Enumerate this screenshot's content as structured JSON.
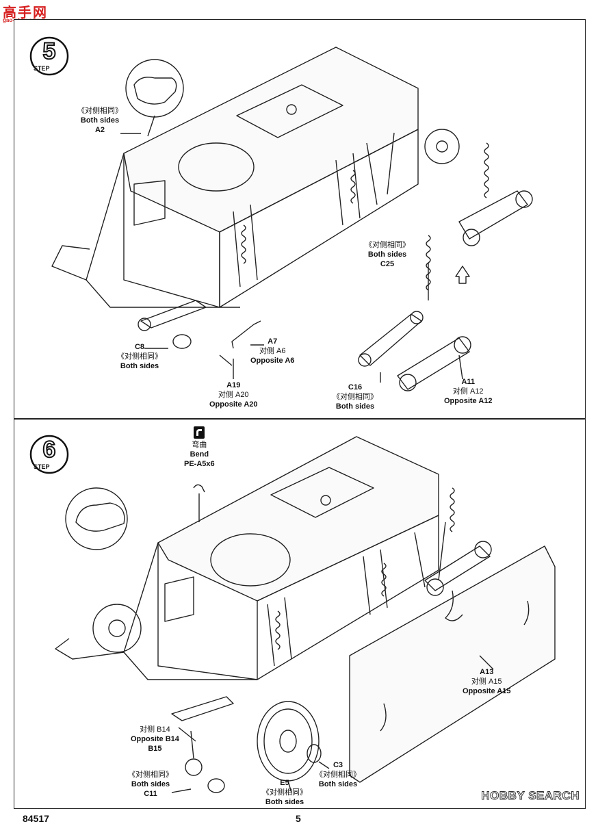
{
  "site_logo": {
    "text": "高手网",
    "subtext": "gao-shou.com"
  },
  "watermark": "HOBBY SEARCH",
  "footer": {
    "code": "84517",
    "page": "5"
  },
  "step5": {
    "number": "5",
    "step_word": "STEP",
    "labels": {
      "a2": {
        "cn": "《对侧相同》",
        "en": "Both sides",
        "part": "A2"
      },
      "c8": {
        "part": "C8",
        "cn": "《对侧相同》",
        "en": "Both sides"
      },
      "a7": {
        "part": "A7",
        "cn": "对侧  A6",
        "en": "Opposite A6"
      },
      "a19": {
        "part": "A19",
        "cn": "对侧  A20",
        "en": "Opposite A20"
      },
      "c25": {
        "cn": "《对侧相同》",
        "en": "Both sides",
        "part": "C25"
      },
      "c16": {
        "part": "C16",
        "cn": "《对侧相同》",
        "en": "Both sides"
      },
      "a11": {
        "part": "A11",
        "cn": "对侧  A12",
        "en": "Opposite A12"
      }
    }
  },
  "step6": {
    "number": "6",
    "step_word": "STEP",
    "labels": {
      "bend": {
        "cn": "弯曲",
        "en": "Bend",
        "part": "PE-A5x6"
      },
      "a13": {
        "part": "A13",
        "cn": "对侧  A15",
        "en": "Opposite A15"
      },
      "b14": {
        "cn": "对侧  B14",
        "en": "Opposite B14",
        "part": "B15"
      },
      "c11": {
        "cn": "《对侧相同》",
        "en": "Both sides",
        "part": "C11"
      },
      "e5": {
        "part": "E5",
        "cn": "《对侧相同》",
        "en": "Both sides"
      },
      "c3": {
        "part": "C3",
        "cn": "《对侧相同》",
        "en": "Both sides"
      }
    }
  }
}
